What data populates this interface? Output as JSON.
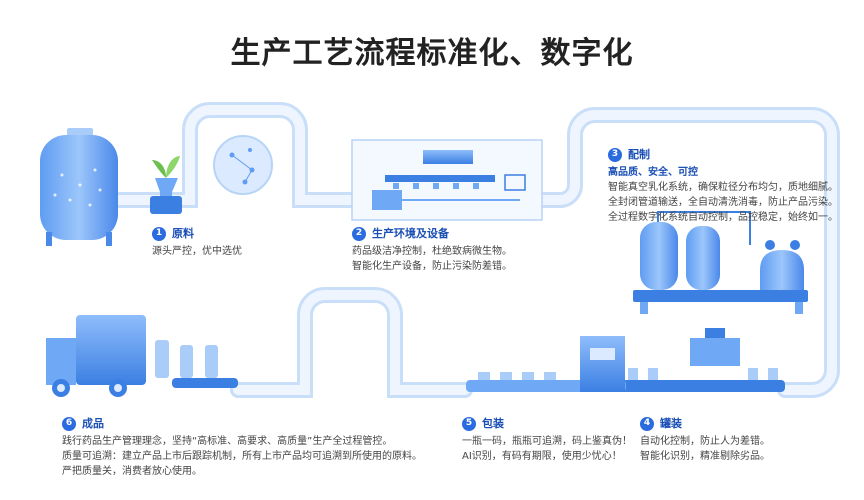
{
  "title": "生产工艺流程标准化、数字化",
  "steps": [
    {
      "num": "1",
      "name": "原料",
      "lines": [
        "源头严控，优中选优"
      ]
    },
    {
      "num": "2",
      "name": "生产环境及设备",
      "lines": [
        "药品级洁净控制，杜绝致病微生物。",
        "智能化生产设备，防止污染防差错。"
      ]
    },
    {
      "num": "3",
      "name": "配制",
      "sub": "高品质、安全、可控",
      "lines": [
        "智能真空乳化系统，确保粒径分布均匀，质地细腻。",
        "全封闭管道输送，全自动清洗消毒，防止产品污染。",
        "全过程数字化系统自动控制，品控稳定，始终如一。"
      ]
    },
    {
      "num": "4",
      "name": "罐装",
      "lines": [
        "自动化控制，防止人为差错。",
        "智能化识别，精准剔除劣品。"
      ]
    },
    {
      "num": "5",
      "name": "包装",
      "lines": [
        "一瓶一码，瓶瓶可追溯，码上鉴真伪！",
        "AI识别，有码有期限，使用少忧心！"
      ]
    },
    {
      "num": "6",
      "name": "成品",
      "lines": [
        "践行药品生产管理理念，坚持“高标准、高要求、高质量”生产全过程管控。",
        "质量可追溯：建立产品上市后跟踪机制，所有上市产品均可追溯到所使用的原料。",
        "严把质量关，消费者放心使用。"
      ]
    }
  ],
  "colors": {
    "accent": "#2a6be0",
    "pipe": "#e6f1ff",
    "pipe_edge": "#c9def8",
    "machine": "#6fa8f5",
    "machine_dark": "#3b7fe3"
  }
}
